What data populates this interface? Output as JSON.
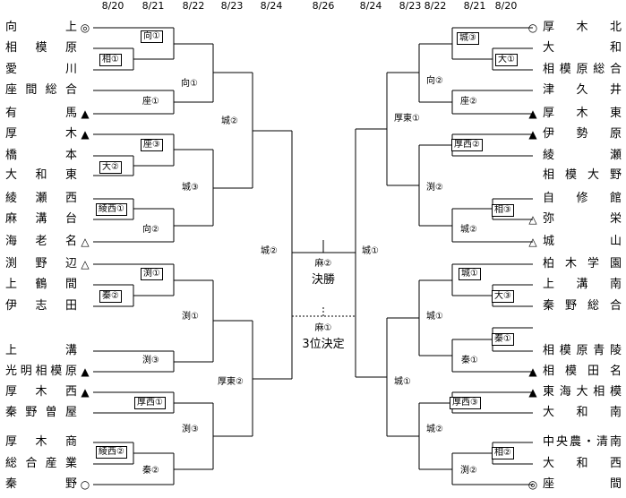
{
  "dates": {
    "left": [
      "8/20",
      "8/21",
      "8/22",
      "8/23",
      "8/24"
    ],
    "center": "8/26",
    "right": [
      "8/24",
      "8/23",
      "8/22",
      "8/21",
      "8/20"
    ]
  },
  "left_teams": [
    {
      "name": "向上",
      "mark": "◎"
    },
    {
      "name": "相模原",
      "mark": ""
    },
    {
      "name": "愛川",
      "mark": ""
    },
    {
      "name": "座間総合",
      "mark": ""
    },
    {
      "name": "有馬",
      "mark": "▲"
    },
    {
      "name": "厚木",
      "mark": "▲"
    },
    {
      "name": "橋本",
      "mark": ""
    },
    {
      "name": "大和東",
      "mark": ""
    },
    {
      "name": "綾瀬西",
      "mark": ""
    },
    {
      "name": "麻溝台",
      "mark": ""
    },
    {
      "name": "海老名",
      "mark": "△"
    },
    {
      "name": "渕野辺",
      "mark": "△"
    },
    {
      "name": "上鶴間",
      "mark": ""
    },
    {
      "name": "伊志田",
      "mark": ""
    },
    {
      "name": "上溝",
      "mark": ""
    },
    {
      "name": "光明相模原",
      "mark": "▲"
    },
    {
      "name": "厚木西",
      "mark": "▲"
    },
    {
      "name": "秦野曽屋",
      "mark": ""
    },
    {
      "name": "厚木商",
      "mark": ""
    },
    {
      "name": "総合産業",
      "mark": ""
    },
    {
      "name": "秦野",
      "mark": "○"
    }
  ],
  "right_teams": [
    {
      "name": "厚木北",
      "mark": "○"
    },
    {
      "name": "大和",
      "mark": ""
    },
    {
      "name": "相模原総合",
      "mark": ""
    },
    {
      "name": "津久井",
      "mark": ""
    },
    {
      "name": "厚木東",
      "mark": "▲"
    },
    {
      "name": "伊勢原",
      "mark": "▲"
    },
    {
      "name": "綾瀬",
      "mark": ""
    },
    {
      "name": "相模大野",
      "mark": ""
    },
    {
      "name": "自修館",
      "mark": ""
    },
    {
      "name": "弥栄",
      "mark": "△"
    },
    {
      "name": "城山",
      "mark": "△"
    },
    {
      "name": "柏木学園",
      "mark": ""
    },
    {
      "name": "上溝南",
      "mark": ""
    },
    {
      "name": "秦野総合",
      "mark": ""
    },
    {
      "name": "相模原青陵",
      "mark": ""
    },
    {
      "name": "相模田名",
      "mark": "▲"
    },
    {
      "name": "東海大相模",
      "mark": "▲"
    },
    {
      "name": "大和南",
      "mark": ""
    },
    {
      "name": "中央農・清南",
      "mark": ""
    },
    {
      "name": "大和西",
      "mark": ""
    },
    {
      "name": "座間",
      "mark": "◎"
    }
  ],
  "results_left": [
    {
      "id": "L1",
      "text": "向①",
      "boxed": true
    },
    {
      "id": "L2",
      "text": "相①",
      "boxed": true
    },
    {
      "id": "L3",
      "text": "座①",
      "boxed": false
    },
    {
      "id": "L4",
      "text": "向①",
      "boxed": false
    },
    {
      "id": "L5",
      "text": "座③",
      "boxed": true
    },
    {
      "id": "L6",
      "text": "大②",
      "boxed": true
    },
    {
      "id": "L7",
      "text": "綾西①",
      "boxed": true
    },
    {
      "id": "L8",
      "text": "向②",
      "boxed": false
    },
    {
      "id": "L9",
      "text": "城③",
      "boxed": false
    },
    {
      "id": "L10",
      "text": "城②",
      "boxed": false
    },
    {
      "id": "L11",
      "text": "渕①",
      "boxed": true
    },
    {
      "id": "L12",
      "text": "秦②",
      "boxed": true
    },
    {
      "id": "L13",
      "text": "渕③",
      "boxed": false
    },
    {
      "id": "L14",
      "text": "渕①",
      "boxed": false
    },
    {
      "id": "L15",
      "text": "厚西①",
      "boxed": true
    },
    {
      "id": "L16",
      "text": "綾西②",
      "boxed": true
    },
    {
      "id": "L17",
      "text": "秦②",
      "boxed": false
    },
    {
      "id": "L18",
      "text": "渕③",
      "boxed": false
    },
    {
      "id": "L19",
      "text": "厚東②",
      "boxed": false
    },
    {
      "id": "L20",
      "text": "城②",
      "boxed": false
    }
  ],
  "results_right": [
    {
      "id": "R1",
      "text": "城③",
      "boxed": true
    },
    {
      "id": "R2",
      "text": "大①",
      "boxed": true
    },
    {
      "id": "R3",
      "text": "座②",
      "boxed": false
    },
    {
      "id": "R4",
      "text": "向②",
      "boxed": false
    },
    {
      "id": "R5",
      "text": "厚西②",
      "boxed": true
    },
    {
      "id": "R6",
      "text": "相③",
      "boxed": true
    },
    {
      "id": "R7",
      "text": "城②",
      "boxed": false
    },
    {
      "id": "R8",
      "text": "渕②",
      "boxed": false
    },
    {
      "id": "R9",
      "text": "厚東①",
      "boxed": false
    },
    {
      "id": "R10",
      "text": "城①",
      "boxed": true
    },
    {
      "id": "R11",
      "text": "大③",
      "boxed": true
    },
    {
      "id": "R12",
      "text": "秦①",
      "boxed": true
    },
    {
      "id": "R13",
      "text": "秦①",
      "boxed": false
    },
    {
      "id": "R14",
      "text": "城①",
      "boxed": false
    },
    {
      "id": "R15",
      "text": "厚西③",
      "boxed": true
    },
    {
      "id": "R16",
      "text": "相②",
      "boxed": true
    },
    {
      "id": "R17",
      "text": "渕②",
      "boxed": false
    },
    {
      "id": "R18",
      "text": "城②",
      "boxed": false
    },
    {
      "id": "R19",
      "text": "城①",
      "boxed": false
    },
    {
      "id": "R20",
      "text": "城①",
      "boxed": false
    }
  ],
  "final": {
    "result": "麻②",
    "label": "決勝",
    "third_result": "麻①",
    "third_label": "3位決定"
  }
}
